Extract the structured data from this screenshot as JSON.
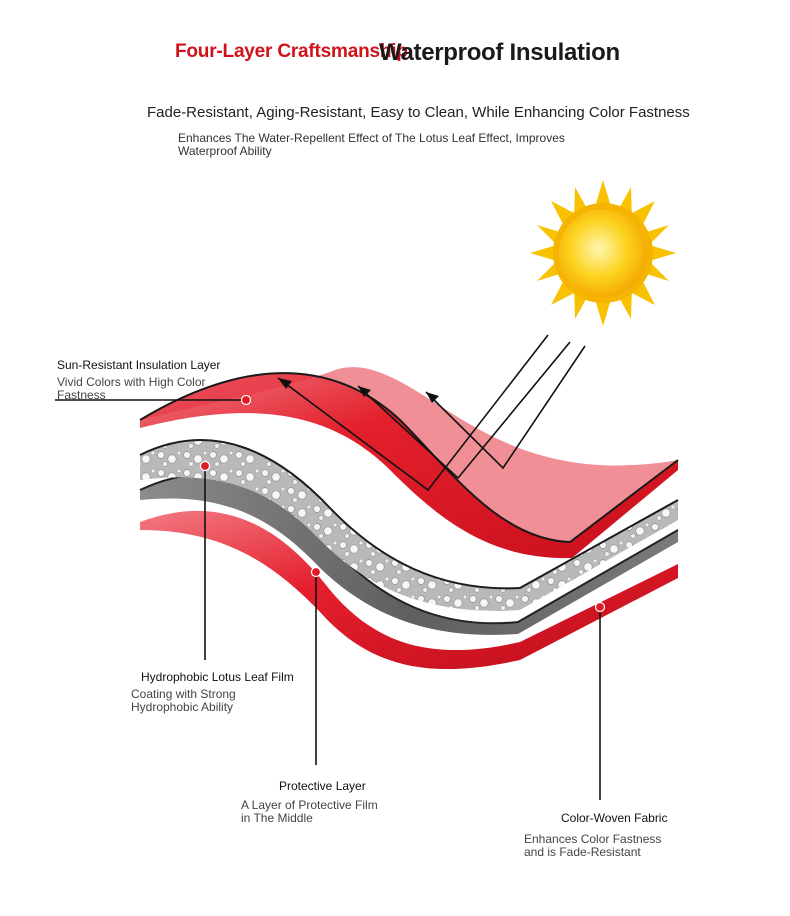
{
  "header": {
    "title_red": "Four-Layer Craftsmanship",
    "title_black": "Waterproof Insulation",
    "headline": "Fade-Resistant, Aging-Resistant, Easy to Clean, While Enhancing Color Fastness",
    "subline_1": "Enhances The Water-Repellent Effect of The Lotus Leaf Effect, Improves",
    "subline_2": "Waterproof Ability"
  },
  "layers": {
    "sun_resistant": {
      "title": "Sun-Resistant Insulation Layer",
      "desc_1": "Vivid Colors with High Color",
      "desc_2": "Fastness"
    },
    "hydrophobic": {
      "title": "Hydrophobic Lotus Leaf Film",
      "desc_1": "Coating with Strong",
      "desc_2": "Hydrophobic Ability"
    },
    "protective": {
      "title": "Protective Layer",
      "desc_1": "A Layer of Protective Film",
      "desc_2": "in The Middle"
    },
    "color_woven": {
      "title": "Color-Woven Fabric",
      "desc_1": "Enhances Color Fastness",
      "desc_2": "and is Fade-Resistant"
    }
  },
  "icons": {
    "sun": "sun-icon"
  },
  "colors": {
    "accent_red": "#d0121b",
    "layer_red": "#e3202c",
    "layer_gray": "#6e6e6e",
    "sun_yellow": "#fcd21c",
    "sun_orange": "#f4a300"
  }
}
